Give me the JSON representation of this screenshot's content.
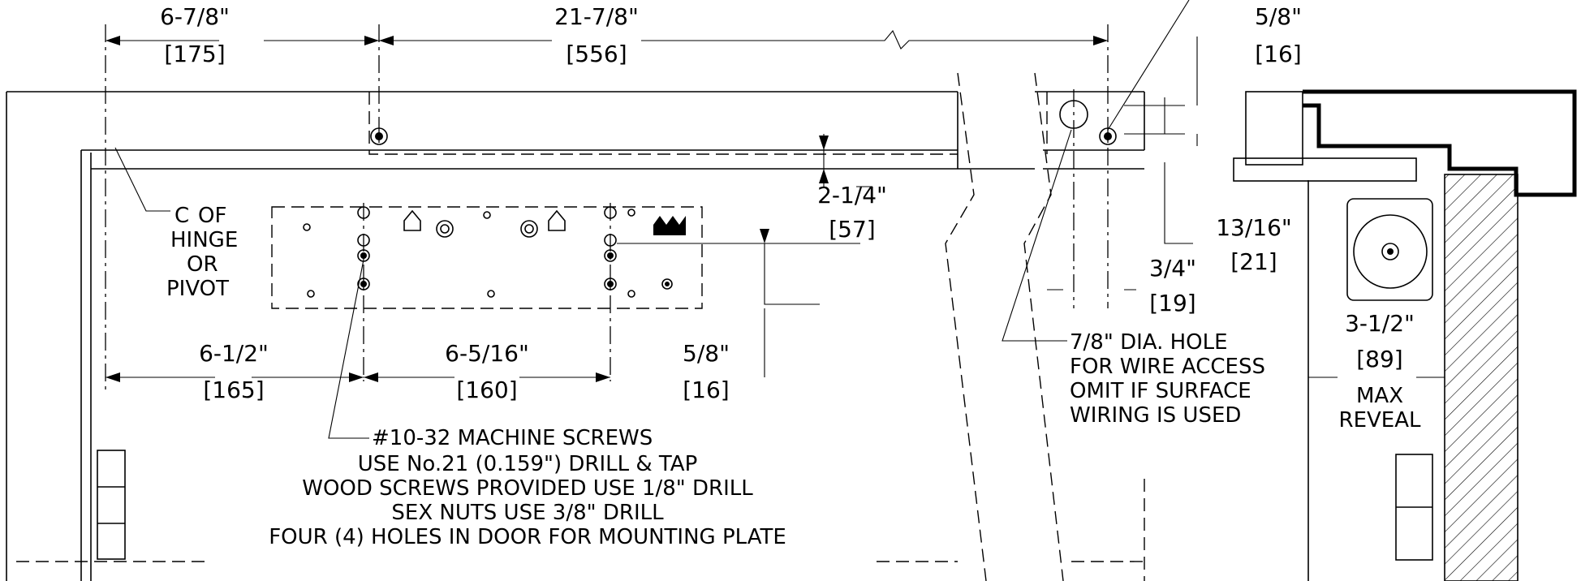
{
  "dimensions": {
    "hinge_to_screw": {
      "imperial": "6-7/8\"",
      "metric": "175"
    },
    "screw_to_hole": {
      "imperial": "21-7/8\"",
      "metric": "556"
    },
    "hole_top_offset": {
      "imperial": "5/8\"",
      "metric": "16"
    },
    "frame_to_plate": {
      "imperial": "2-1/4\"",
      "metric": "57"
    },
    "plate_lower": {
      "imperial": "5/8\"",
      "metric": "16"
    },
    "hinge_to_plate_screw": {
      "imperial": "6-1/2\"",
      "metric": "165"
    },
    "plate_screw_spacing": {
      "imperial": "6-5/16\"",
      "metric": "160"
    },
    "arm_offset": {
      "imperial": "13/16\"",
      "metric": "21"
    },
    "hole_to_screw": {
      "imperial": "3/4\"",
      "metric": "19"
    },
    "max_reveal": {
      "imperial": "3-1/2\"",
      "metric": "89"
    }
  },
  "labels": {
    "hinge_symbol": "C",
    "hinge_lines": [
      "OF",
      "HINGE",
      "OR",
      "PIVOT"
    ],
    "max_reveal_lines": [
      "MAX",
      "REVEAL"
    ],
    "wire_note_lines": [
      "7/8\" DIA. HOLE",
      "FOR WIRE ACCESS",
      "OMIT IF SURFACE",
      "WIRING IS USED"
    ],
    "screw_note_lines": [
      "#10-32 MACHINE SCREWS",
      "USE No.21 (0.159\") DRILL & TAP",
      "WOOD SCREWS PROVIDED USE 1/8\" DRILL",
      "SEX NUTS USE 3/8\" DRILL",
      "FOUR (4) HOLES IN DOOR FOR MOUNTING PLATE"
    ]
  }
}
